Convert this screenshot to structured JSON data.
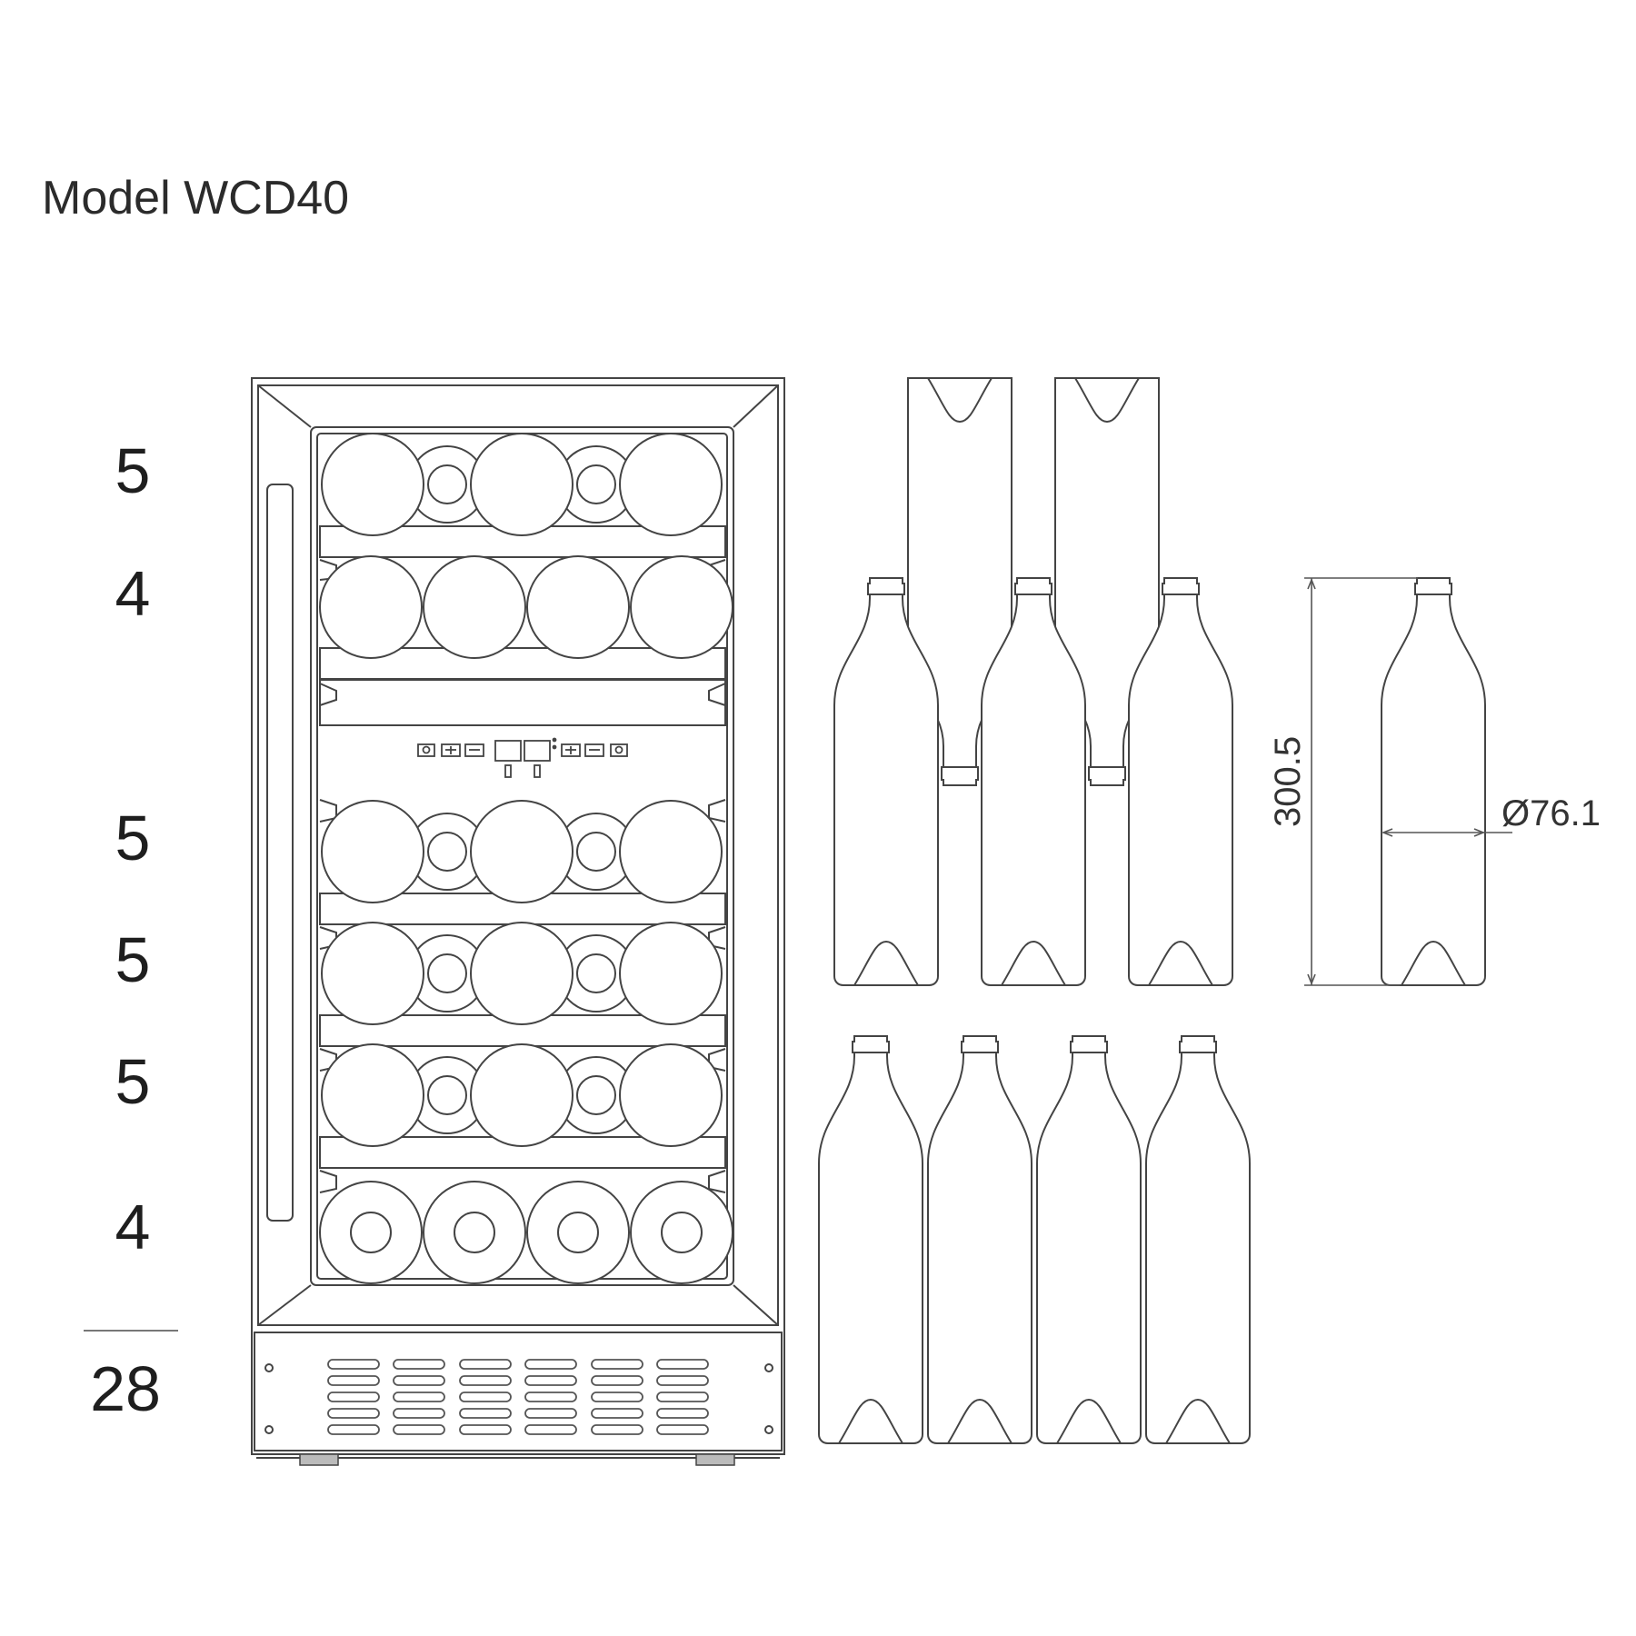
{
  "title": "Model WCD40",
  "shelf_counts": [
    "5",
    "4",
    "5",
    "5",
    "5",
    "4"
  ],
  "total_count": "28",
  "bottle_dimensions": {
    "height": "300.5",
    "diameter": "Ø76.1"
  }
}
